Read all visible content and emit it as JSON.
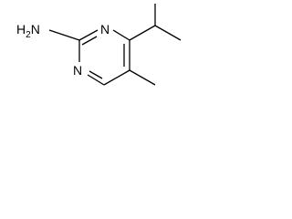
{
  "molecule": {
    "atom_labels": {
      "amine": "H",
      "amine_n": "N",
      "amine_sub": "2",
      "ring_n_top": "N",
      "ring_n_bottom": "N"
    }
  }
}
